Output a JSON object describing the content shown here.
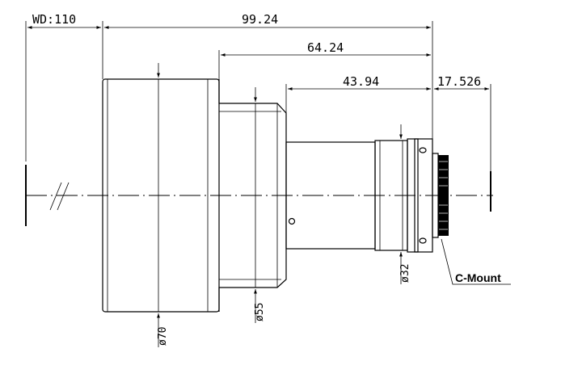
{
  "dimensions": {
    "wd": "WD:110",
    "overall_length": "99.24",
    "mid_length": "64.24",
    "rear_length": "43.94",
    "mount_length": "17.526"
  },
  "diameters": {
    "front": "ø70",
    "middle": "ø55",
    "rear": "ø32"
  },
  "callouts": {
    "mount": "C-Mount"
  }
}
